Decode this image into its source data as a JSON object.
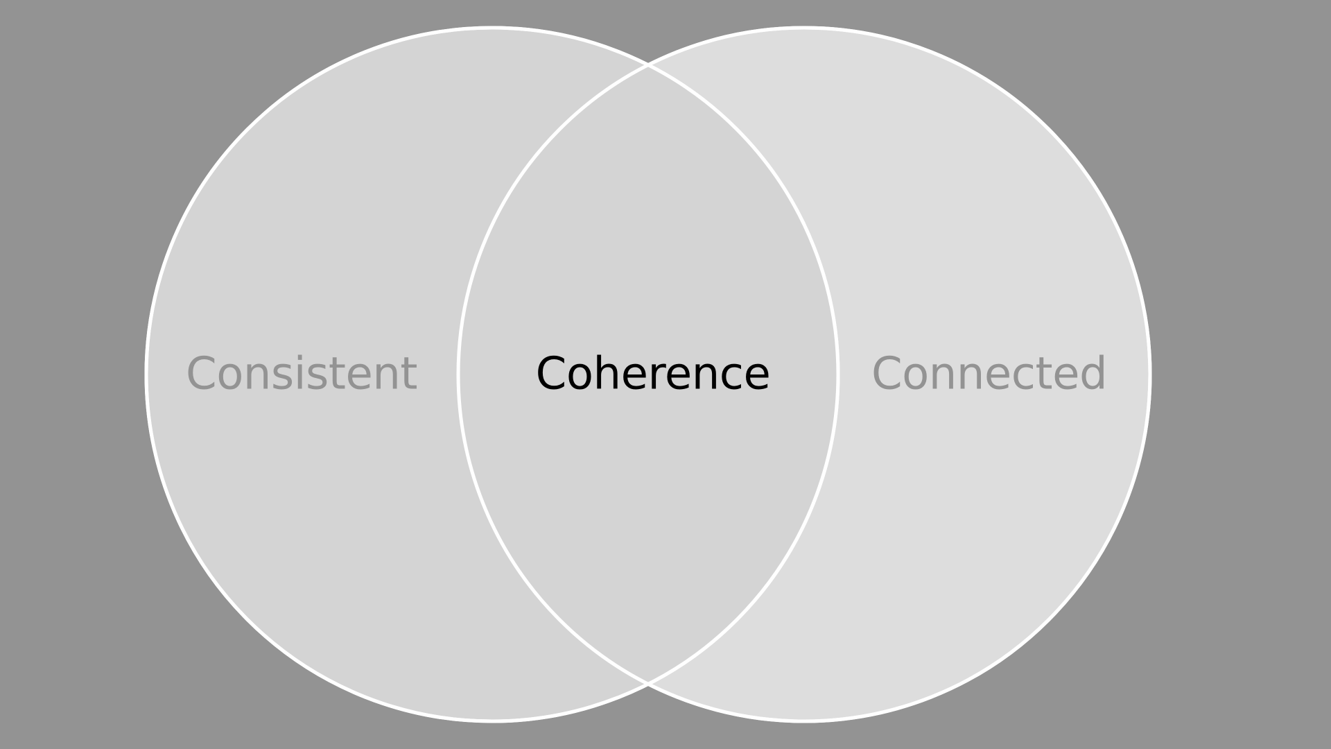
{
  "diagram": {
    "type": "venn",
    "left_set": {
      "label": "Consistent"
    },
    "right_set": {
      "label": "Connected"
    },
    "intersection": {
      "label": "Coherence"
    }
  },
  "colors": {
    "background": "#939393",
    "left_fill": "#d4d4d4",
    "right_fill": "#dddddd",
    "intersection_fill": "#d4d4d4",
    "outline": "#ffffff",
    "set_label": "#939393",
    "intersection_label": "#000000"
  }
}
